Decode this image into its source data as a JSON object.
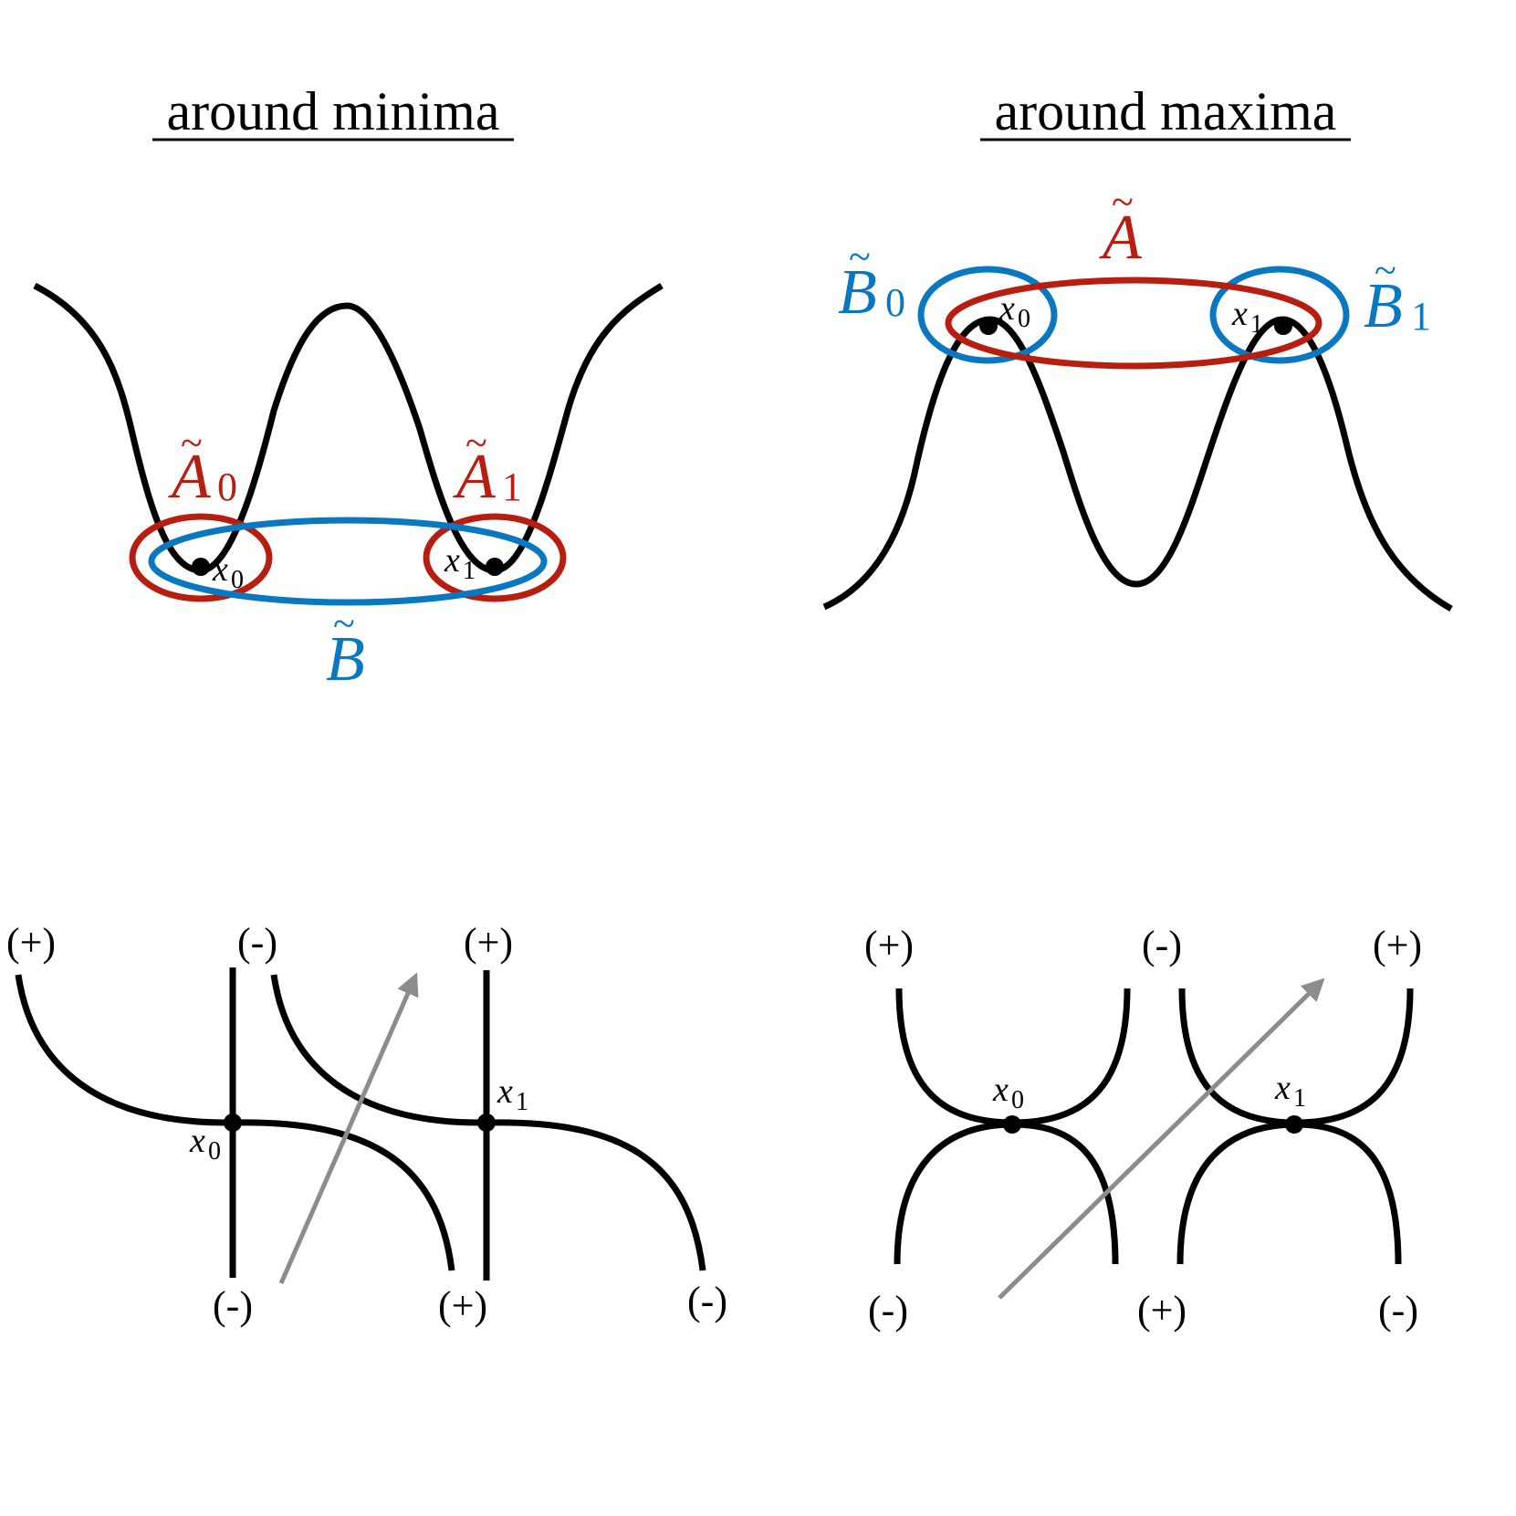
{
  "titles": {
    "left": "around minima",
    "right": "around maxima"
  },
  "colors": {
    "curve": "#000000",
    "red": "#b81e10",
    "blue": "#0a78c0",
    "arrow": "#8c8c8c"
  },
  "minima": {
    "A0": {
      "base": "A",
      "sub": "0",
      "tilde": "~"
    },
    "A1": {
      "base": "A",
      "sub": "1",
      "tilde": "~"
    },
    "B": {
      "base": "B",
      "tilde": "~"
    },
    "x0": {
      "base": "x",
      "sub": "0"
    },
    "x1": {
      "base": "x",
      "sub": "1"
    }
  },
  "maxima": {
    "A": {
      "base": "A",
      "tilde": "~"
    },
    "B0": {
      "base": "B",
      "sub": "0",
      "tilde": "~"
    },
    "B1": {
      "base": "B",
      "sub": "1",
      "tilde": "~"
    },
    "x0": {
      "base": "x",
      "sub": "0"
    },
    "x1": {
      "base": "x",
      "sub": "1"
    }
  },
  "bottom_left": {
    "top_signs": [
      "(+)",
      "(-)",
      "(+)"
    ],
    "bottom_signs": [
      "(-)",
      "(+)",
      "(-)"
    ],
    "x0": {
      "base": "x",
      "sub": "0"
    },
    "x1": {
      "base": "x",
      "sub": "1"
    }
  },
  "bottom_right": {
    "top_signs": [
      "(+)",
      "(-)",
      "(+)"
    ],
    "bottom_signs": [
      "(-)",
      "(+)",
      "(-)"
    ],
    "x0": {
      "base": "x",
      "sub": "0"
    },
    "x1": {
      "base": "x",
      "sub": "1"
    }
  }
}
